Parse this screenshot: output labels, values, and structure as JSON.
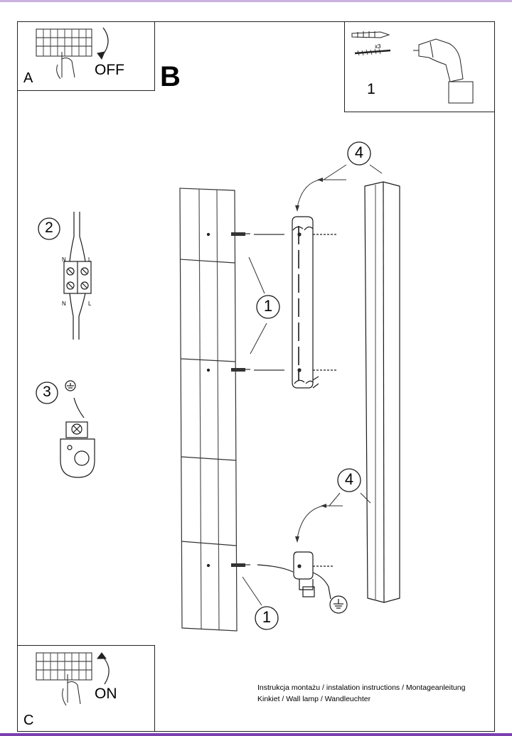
{
  "panels": {
    "a": {
      "letter": "A",
      "action": "OFF"
    },
    "b": {
      "letter": "B"
    },
    "c": {
      "letter": "C",
      "action": "ON"
    }
  },
  "tools": {
    "step": "1",
    "anchor_qty": "x3"
  },
  "steps": {
    "wiring": {
      "num": "2",
      "n_top": "N",
      "l_top": "L",
      "n_bottom": "N",
      "l_bottom": "L"
    },
    "ground": {
      "num": "3"
    },
    "mount_upper": "1",
    "mount_lower": "1",
    "slide_upper": "4",
    "slide_lower": "4"
  },
  "caption": {
    "line1": "Instrukcja montażu / instalation instructions / Montageanleitung",
    "line2": "Kinkiet / Wall lamp / Wandleuchter"
  },
  "icons": [
    "switch-off-icon",
    "switch-on-icon",
    "wall-anchor-icon",
    "screw-icon",
    "drill-icon",
    "terminal-block-icon",
    "ground-symbol-icon",
    "ground-terminal-icon"
  ]
}
